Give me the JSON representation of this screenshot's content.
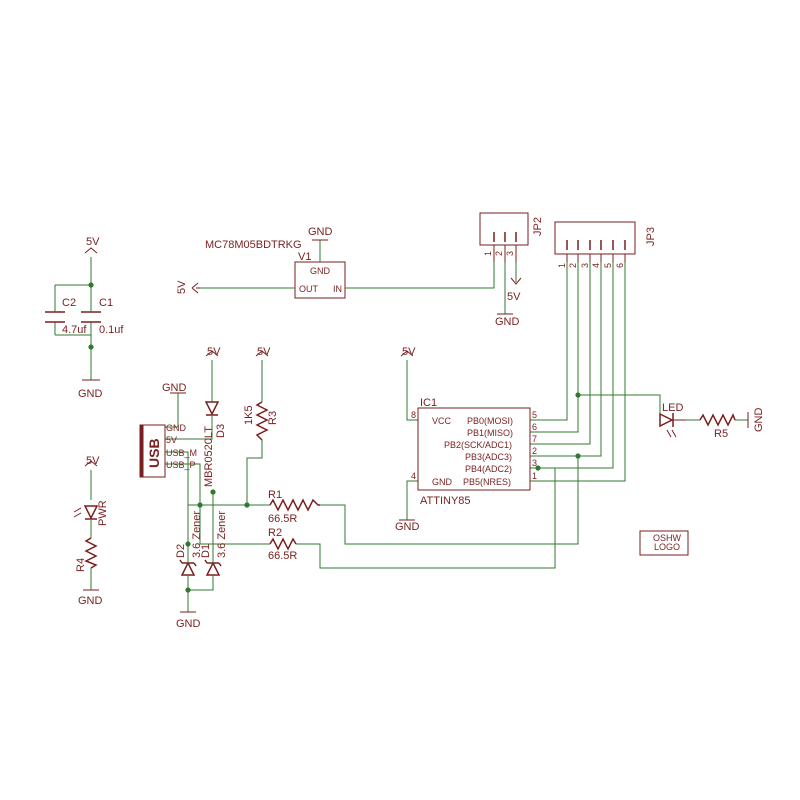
{
  "power": {
    "v5": "5V",
    "gnd": "GND"
  },
  "parts": {
    "regulator_part": "MC78M05BDTRKG",
    "regulator_name": "V1",
    "regulator_gnd": "GND",
    "regulator_out": "OUT",
    "regulator_in": "IN",
    "c1_name": "C1",
    "c1_value": "0.1uf",
    "c2_name": "C2",
    "c2_value": "4.7uf",
    "jp2": "JP2",
    "jp3": "JP3",
    "usb_label": "USB",
    "usb_pin_gnd": "GND",
    "usb_pin_5v": "5V",
    "usb_pin_m": "USB_M",
    "usb_pin_p": "USB_P",
    "d3_name": "D3",
    "d3_part": "MBR0520LT",
    "r3_name": "R3",
    "r3_value": "1K5",
    "r1_name": "R1",
    "r1_value": "66.5R",
    "r2_name": "R2",
    "r2_value": "66.5R",
    "d1_name": "D1",
    "d1_value": "3.6 Zener",
    "d2_name": "D2",
    "d2_value": "3.6 Zener",
    "pwr_led": "PWR",
    "r4_name": "R4",
    "led_name": "LED",
    "r5_name": "R5",
    "ic_name": "IC1",
    "ic_part": "ATTINY85",
    "logo_line1": "OSHW",
    "logo_line2": "LOGO"
  },
  "ic_pins": {
    "vcc": "VCC",
    "gnd": "GND",
    "pb0": "PB0(MOSI)",
    "pb1": "PB1(MISO)",
    "pb2": "PB2(SCK/ADC1)",
    "pb3": "PB3(ADC3)",
    "pb4": "PB4(ADC2)",
    "pb5": "PB5(NRES)"
  },
  "pin_numbers": {
    "vcc": "8",
    "gnd": "4",
    "pb0": "5",
    "pb1": "6",
    "pb2": "7",
    "pb3": "2",
    "pb4": "3",
    "pb5": "1"
  },
  "header_pins": {
    "jp2": [
      "1",
      "2",
      "3"
    ],
    "jp3": [
      "1",
      "2",
      "3",
      "4",
      "5",
      "6"
    ]
  }
}
